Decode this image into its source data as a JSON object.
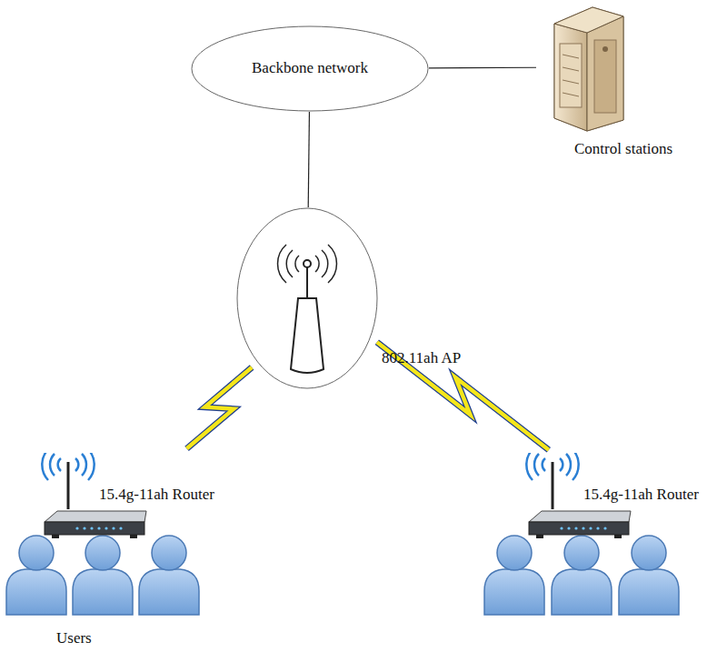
{
  "diagram": {
    "nodes": [
      {
        "text": [
          "Backbone network"
        ]
      },
      {
        "text": [
          "Control stations"
        ]
      },
      {
        "text": [
          "802.11ah AP"
        ]
      },
      {
        "text": [
          "15.4g-11ah Router"
        ]
      },
      {
        "text": [
          "15.4g-11ah Router"
        ]
      }
    ],
    "edges": [
      {
        "from": 0,
        "to": 1,
        "arrow": "none"
      },
      {
        "from": 0,
        "to": 2,
        "arrow": "none"
      },
      {
        "from": 2,
        "to": 3,
        "arrow": "none"
      },
      {
        "from": 2,
        "to": 4,
        "arrow": "none"
      }
    ],
    "labels": [
      "Users"
    ]
  }
}
